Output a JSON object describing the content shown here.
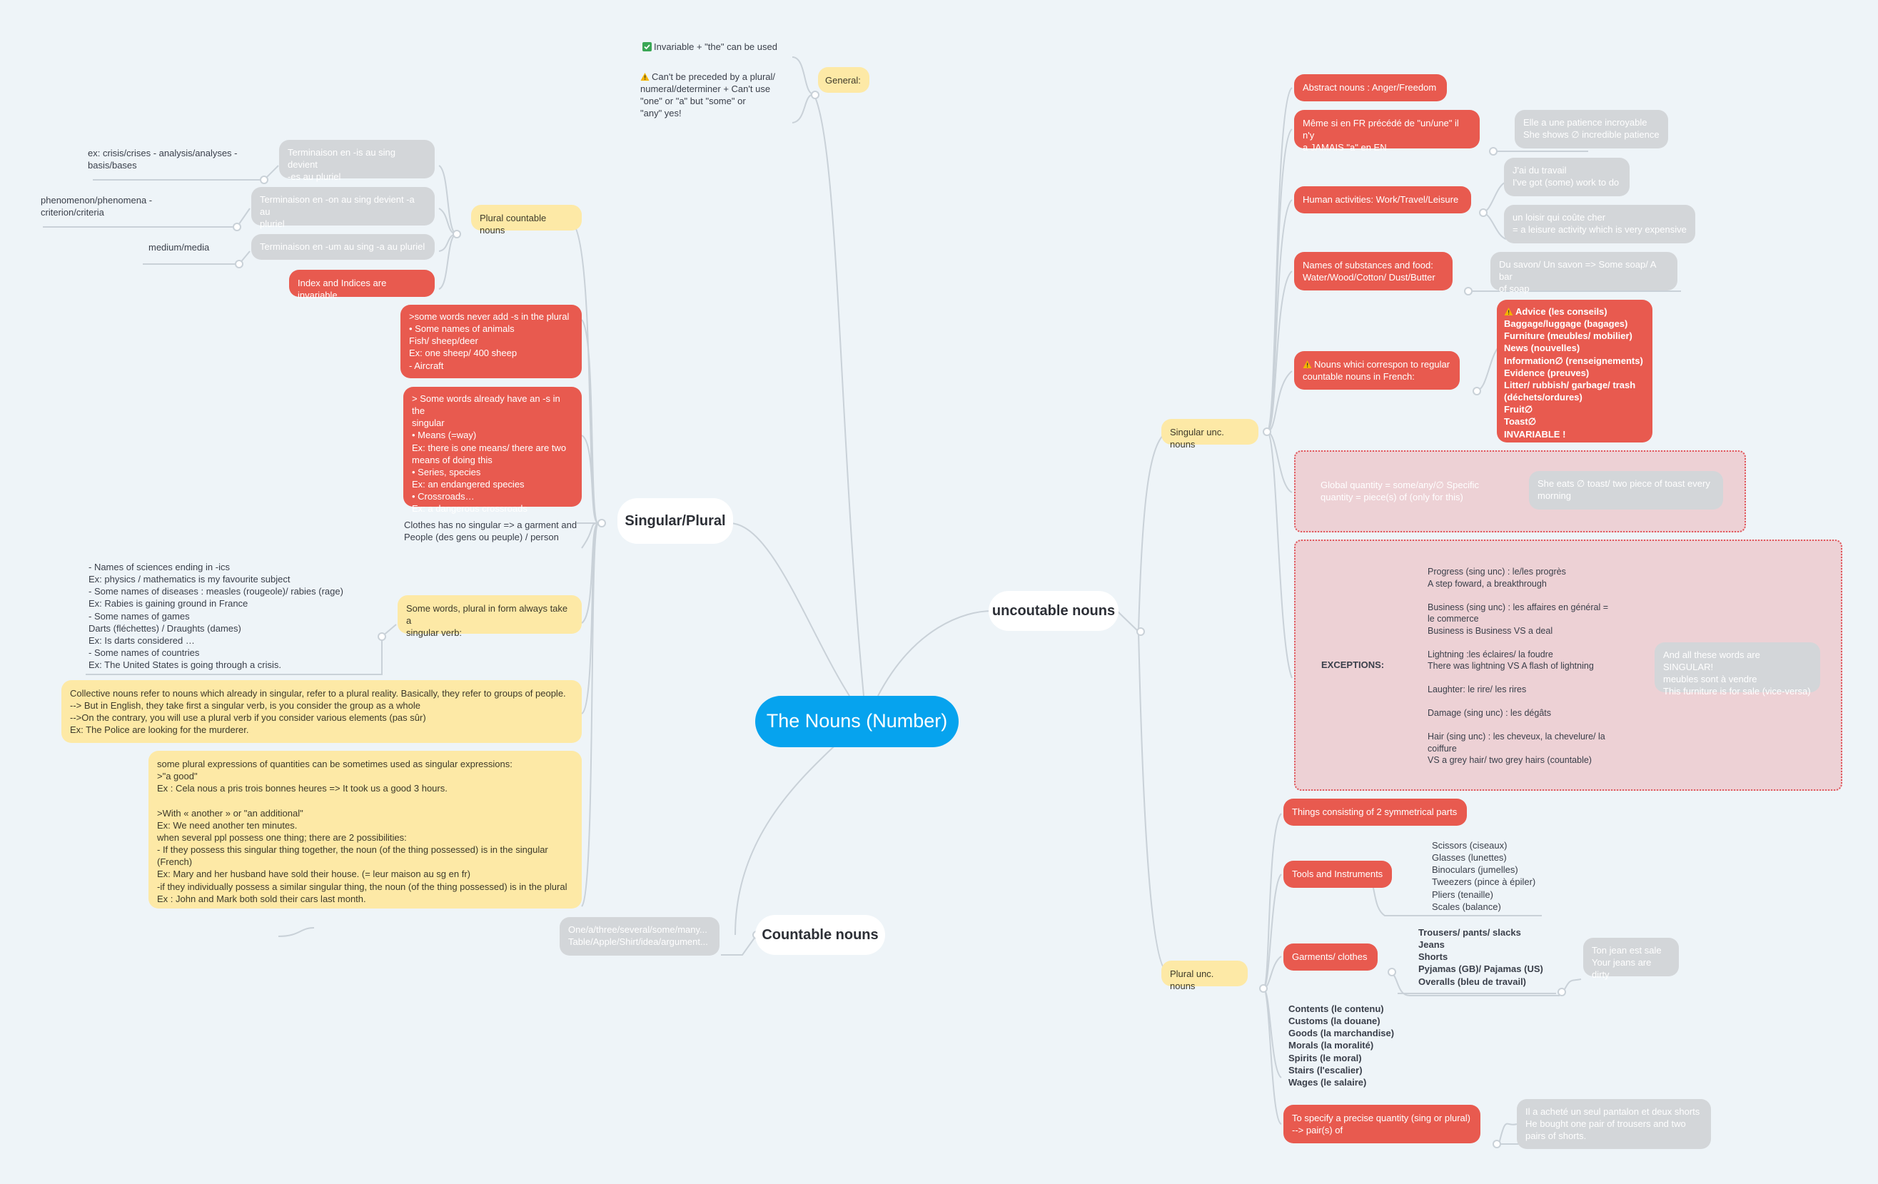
{
  "root": "The Nouns (Number)",
  "branches": {
    "singular_plural": "Singular/Plural",
    "uncountable": "uncoutable nouns",
    "countable": "Countable nouns"
  },
  "general": {
    "label": "General:",
    "invariable": "Invariable + \"the\" can be used",
    "cant_precede": "Can't be preceded by a plural/\nnumeral/determiner + Can't use\n\"one\" or \"a\" but \"some\" or\n\"any\" yes!"
  },
  "plural_countable": {
    "label": "Plural countable nouns",
    "is_rule": "Terminaison en -is au sing devient\n-es au pluriel",
    "is_example": "ex: crisis/crises - analysis/analyses -\nbasis/bases",
    "on_rule": "Terminaison en -on au sing devient -a au\npluriel",
    "on_example": "phenomenon/phenomena                     -\ncriterion/criteria",
    "um_rule": "Terminaison en -um au sing -a au pluriel",
    "um_example": "medium/media",
    "index": "Index and Indices are invariable"
  },
  "never_s": ">some words never add -s in the plural\n•       Some names of animals\nFish/ sheep/deer\nEx: one sheep/ 400 sheep\n- Aircraft",
  "already_s": "> Some words already have an -s in the\nsingular\n•       Means (=way)\nEx: there is one means/ there are two\nmeans of doing this\n•       Series, species\nEx: an endangered species\n•       Crossroads…\nEx: a dangerous crossroads",
  "clothes_note": "Clothes has no singular => a garment and\nPeople (des gens ou peuple) / person",
  "plural_form": {
    "label": "Some words, plural in form always take a\nsingular verb:",
    "details": "-       Names of sciences ending in -ics\nEx: physics / mathematics is my favourite subject\n-       Some names of diseases : measles (rougeole)/ rabies (rage)\nEx: Rabies is gaining ground in France\n-       Some names of games\nDarts (fléchettes) / Draughts (dames)\nEx: Is darts considered …\n-       Some names of countries\nEx: The United States is going through a crisis."
  },
  "collective": "Collective nouns refer to nouns which already in singular, refer to a plural reality. Basically, they refer to groups of people.\n--> But in English, they take first a singular verb, is you consider the group as a whole\n-->On the contrary, you will use a plural verb if you consider various elements (pas sûr)\nEx: The Police are looking for the murderer.",
  "quantities": "some plural expressions of quantities can be sometimes used as singular expressions:\n>\"a good\"\nEx : Cela nous a pris trois bonnes heures => It took us a good 3 hours.\n\n>With « another » or \"an additional\"\nEx: We need another ten minutes.\nwhen several ppl possess one thing; there are 2 possibilities:\n- If they possess this singular thing together, the noun (of the thing possessed) is in the singular\n(French)\nEx: Mary and her husband have sold their house. (= leur maison au sg en fr)\n-if they individually possess a similar singular thing, the noun (of the thing possessed) is in the plural\nEx :  John and Mark both sold their cars last month.",
  "countable_examples": "One/a/three/several/some/many...\nTable/Apple/Shirt/idea/argument...",
  "singular_unc": {
    "label": "Singular unc. nouns",
    "abstract": "Abstract nouns : Anger/Freedom",
    "meme": "Même si en FR précédé de \"un/une\" il n'y\na JAMAIS \"a\" en EN",
    "patience": "Elle a une patience incroyable\nShe shows ∅ incredible patience",
    "human": "Human activities: Work/Travel/Leisure",
    "travail": "J'ai du travail\nI've got (some) work to do",
    "loisir": "un loisir qui coûte cher\n= a leisure activity which is very expensive",
    "substances": "Names of substances and food:\nWater/Wood/Cotton/ Dust/Butter",
    "savon": "Du savon/ Un savon => Some soap/ A bar\nof soap",
    "whici": "Nouns whici correspon to regular\ncountable nouns in French:",
    "advice_list": "Advice (les conseils)\nBaggage/luggage (bagages)\nFurniture (meubles/ mobilier)\nNews (nouvelles)\nInformation∅ (renseignements)\nEvidence (preuves)\nLitter/ rubbish/ garbage/ trash\n(déchets/ordures)\nFruit∅\nToast∅\nINVARIABLE !",
    "global": "Global quantity = some/any/∅  Specific\nquantity = piece(s) of (only for this)",
    "toast": "She eats ∅ toast/ two piece of toast every\nmorning",
    "exceptions_label": "EXCEPTIONS:",
    "exceptions": "Progress (sing unc) : le/les progrès\nA step foward, a breakthrough\n\nBusiness (sing unc) : les affaires en général =\nle commerce\nBusiness is Business VS a deal\n\nLightning :les éclaires/ la foudre\nThere was lightning VS A flash of lightning\n\nLaughter: le rire/ les rires\n\nDamage (sing unc) : les dégâts\n\nHair (sing unc) : les cheveux, la chevelure/ la\ncoiffure\nVS a grey hair/ two grey hairs  (countable)",
    "singular_note": "And all these words are SINGULAR!\nmeubles sont à vendre\nThis furniture is for sale (vice-versa)"
  },
  "plural_unc": {
    "label": "Plural unc. nouns",
    "symmetrical": "Things consisting of 2 symmetrical parts",
    "tools": "Tools and Instruments",
    "tools_list": "Scissors (ciseaux)\nGlasses (lunettes)\nBinoculars (jumelles)\nTweezers (pince à épiler)\nPliers (tenaille)\nScales (balance)",
    "garments": "Garments/ clothes",
    "garments_list": "Trousers/ pants/ slacks\nJeans\nShorts\nPyjamas (GB)/ Pajamas (US)\nOveralls (bleu de travail)",
    "jean": "Ton jean est sale\nYour jeans are dirty",
    "contents_list": "Contents (le contenu)\nCustoms (la douane)\nGoods (la marchandise)\nMorals (la moralité)\nSpirits (le moral)\nStairs (l'escalier)\nWages (le salaire)",
    "precise": "To specify a precise quantity (sing or plural)\n--> pair(s) of",
    "pantalon": "Il a acheté un seul pantalon et deux shorts\nHe bought one pair of trousers and two\npairs of shorts."
  },
  "colors": {
    "root": "#06a3ee",
    "red": "#e85a4f",
    "yellow": "#fde9a6",
    "gray": "#d3d6d9",
    "line": "#c9d1d8"
  },
  "icons": [
    "check-icon",
    "warning-icon"
  ]
}
